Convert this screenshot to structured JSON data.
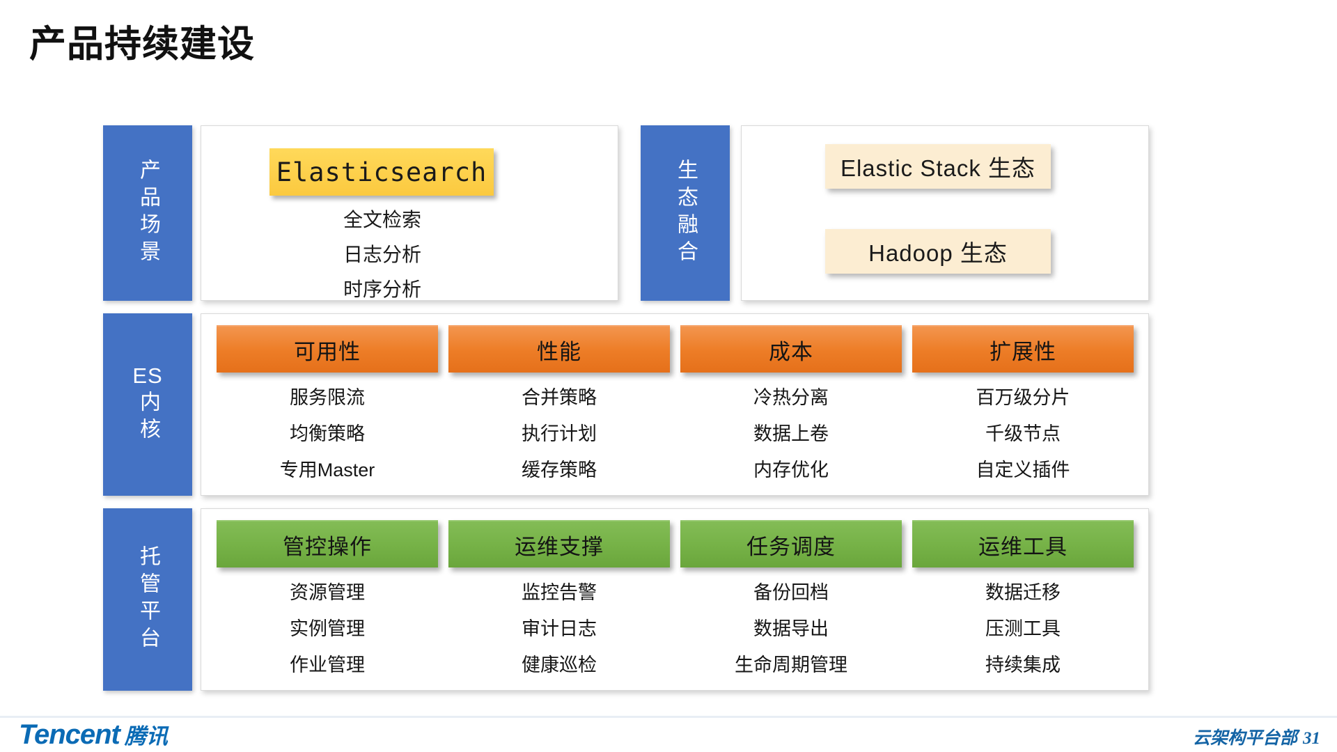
{
  "title": "产品持续建设",
  "colors": {
    "blue": "#4472C4",
    "orange": "#ED7D27",
    "green": "#76B247",
    "yellow": "#FBC93F",
    "cream": "#FCEDD2",
    "tencent_blue": "#0B6BB5"
  },
  "rows": [
    {
      "label": "产品场景",
      "hero": "Elasticsearch",
      "items": [
        "全文检索",
        "日志分析",
        "时序分析"
      ],
      "label2": "生态融合",
      "eco": [
        "Elastic Stack 生态",
        "Hadoop 生态"
      ]
    },
    {
      "label_latin": "ES",
      "label_cn": "内核",
      "columns": [
        {
          "cap": "可用性",
          "items": [
            "服务限流",
            "均衡策略",
            "专用Master"
          ]
        },
        {
          "cap": "性能",
          "items": [
            "合并策略",
            "执行计划",
            "缓存策略"
          ]
        },
        {
          "cap": "成本",
          "items": [
            "冷热分离",
            "数据上卷",
            "内存优化"
          ]
        },
        {
          "cap": "扩展性",
          "items": [
            "百万级分片",
            "千级节点",
            "自定义插件"
          ]
        }
      ]
    },
    {
      "label": "托管平台",
      "columns": [
        {
          "cap": "管控操作",
          "items": [
            "资源管理",
            "实例管理",
            "作业管理"
          ]
        },
        {
          "cap": "运维支撑",
          "items": [
            "监控告警",
            "审计日志",
            "健康巡检"
          ]
        },
        {
          "cap": "任务调度",
          "items": [
            "备份回档",
            "数据导出",
            "生命周期管理"
          ]
        },
        {
          "cap": "运维工具",
          "items": [
            "数据迁移",
            "压测工具",
            "持续集成"
          ]
        }
      ]
    }
  ],
  "footer": {
    "brand_latin": "Tencent",
    "brand_cn": "腾讯",
    "department": "云架构平台部",
    "page_number": "31"
  }
}
